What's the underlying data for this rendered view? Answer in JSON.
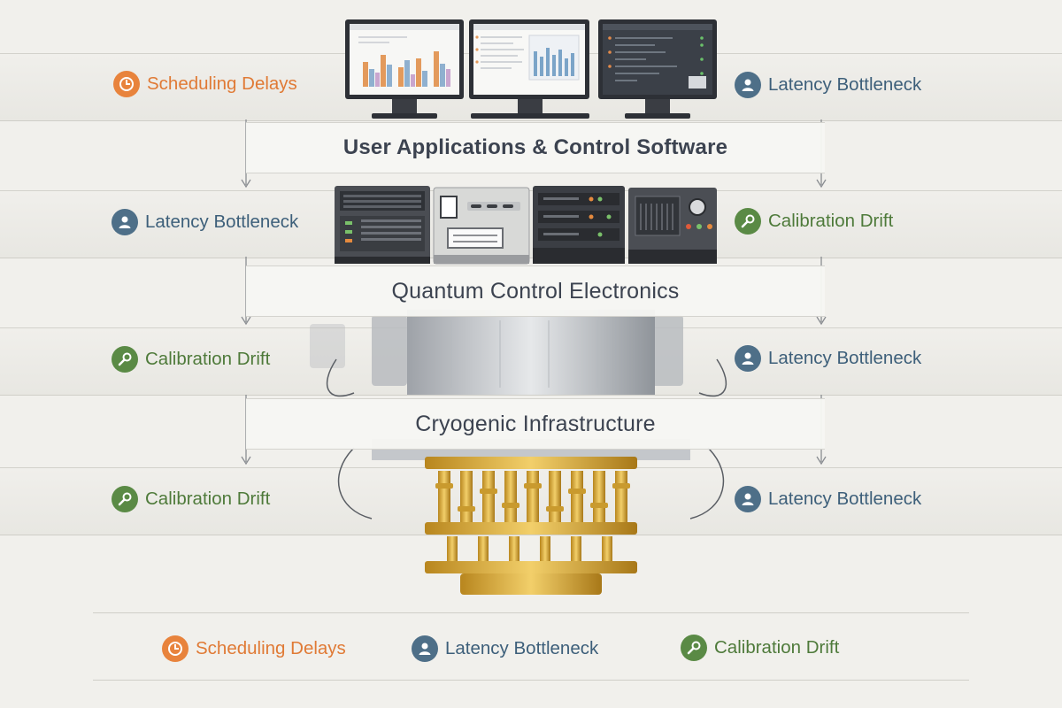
{
  "layers": [
    {
      "title": "User Applications & Control Software"
    },
    {
      "title": "Quantum Control Electronics"
    },
    {
      "title": "Cryogenic Infrastructure"
    }
  ],
  "issues": {
    "row1_left": "Scheduling Delays",
    "row1_right": "Latency Bottleneck",
    "row2_left": "Latency Bottleneck",
    "row2_right": "Calibration Drift",
    "row3_left": "Calibration Drift",
    "row3_right": "Latency Bottleneck",
    "row4_left": "Calibration Drift",
    "row4_right": "Latency Bottleneck"
  },
  "legend": [
    {
      "label": "Scheduling Delays",
      "icon": "clock-icon",
      "color": "#e8833c"
    },
    {
      "label": "Latency Bottleneck",
      "icon": "person-icon",
      "color": "#4e6f88"
    },
    {
      "label": "Calibration Drift",
      "icon": "wrench-icon",
      "color": "#5a8a45"
    }
  ],
  "colors": {
    "orange": "#e8833c",
    "blue": "#4e6f88",
    "green": "#5a8a45",
    "text": "#3c4350"
  }
}
